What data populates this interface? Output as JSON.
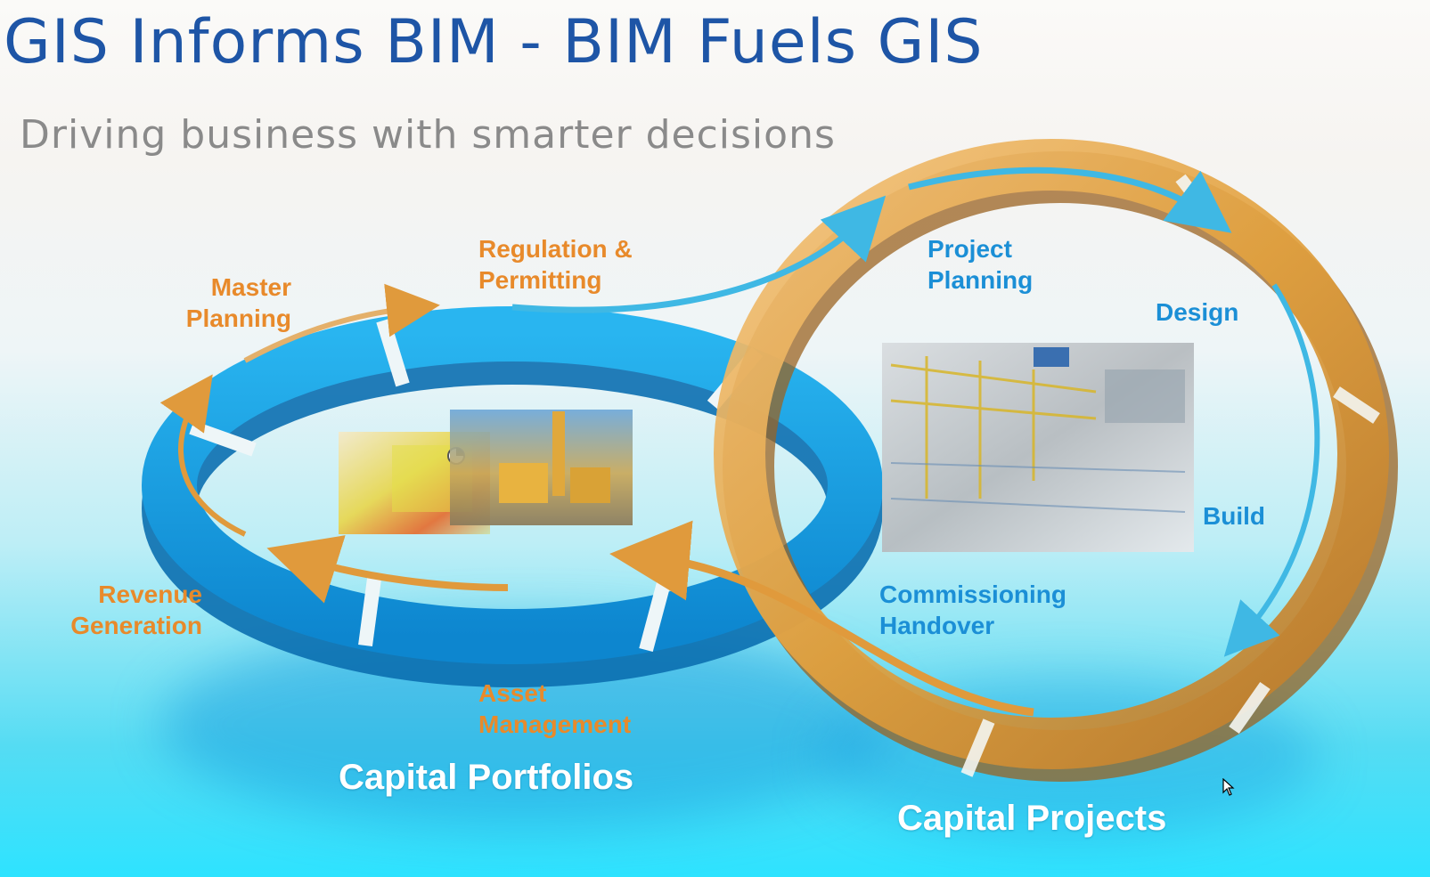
{
  "title": "GIS Informs BIM - BIM Fuels GIS",
  "subtitle": "Driving business with smarter decisions",
  "portfolio_cycle": {
    "name": "Capital Portfolios",
    "stages": [
      {
        "line1": "Master",
        "line2": "Planning"
      },
      {
        "line1": "Regulation &",
        "line2": "Permitting"
      },
      {
        "line1": "Asset",
        "line2": "Management"
      },
      {
        "line1": "Revenue",
        "line2": "Generation"
      }
    ],
    "color": "#1aa6e6",
    "label_color": "#e88a2b"
  },
  "project_cycle": {
    "name": "Capital Projects",
    "stages": [
      {
        "line1": "Project",
        "line2": "Planning"
      },
      {
        "line1": "Design",
        "line2": ""
      },
      {
        "line1": "Build",
        "line2": ""
      },
      {
        "line1": "Commissioning",
        "line2": "Handover"
      }
    ],
    "color": "#e2a13e",
    "label_color": "#1b8fd6"
  },
  "colors": {
    "title": "#1e55a6",
    "subtitle": "#8a8a8a",
    "blue_ring": "#1aa6e6",
    "gold_ring": "#e2a13e",
    "flow_arrow_blue": "#3fb8e4",
    "flow_arrow_orange": "#e09a3c"
  },
  "images": [
    {
      "icon": "gis-map-thumbnail"
    },
    {
      "icon": "bim-model-thumbnail"
    }
  ]
}
